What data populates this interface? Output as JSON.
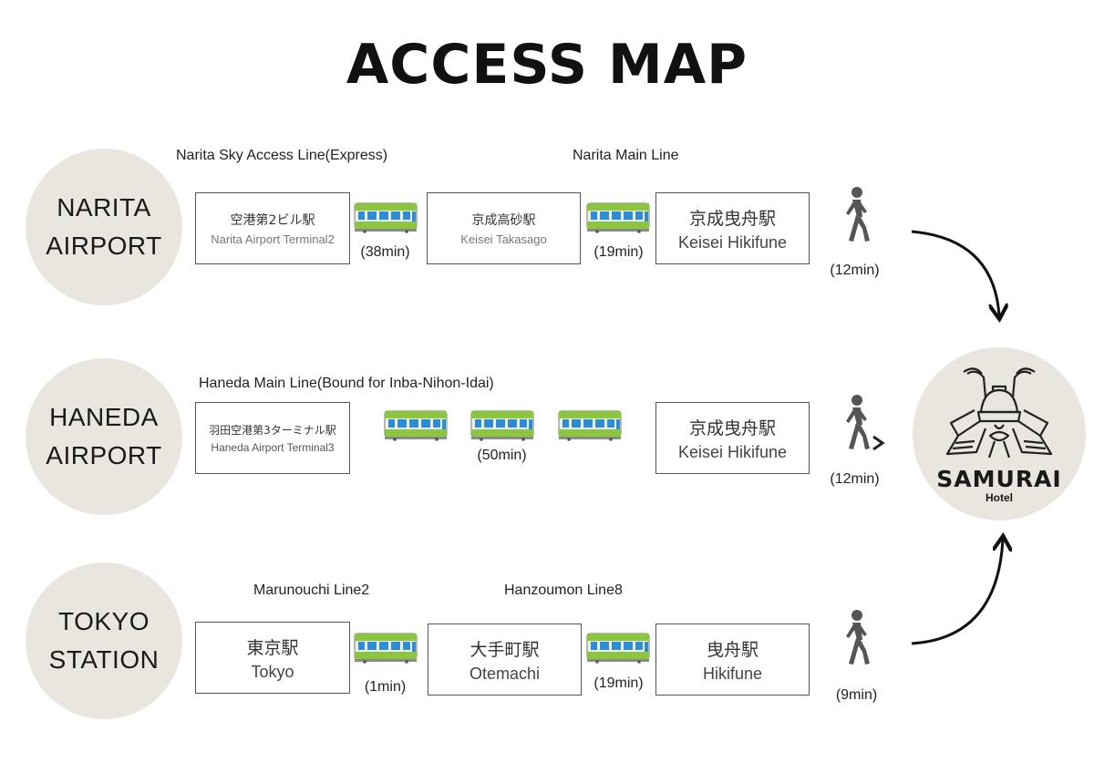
{
  "title": "ACCESS MAP",
  "routes": {
    "narita": {
      "origin": "NARITA\nAIRPORT",
      "line1": "Narita Sky Access Line(Express)",
      "line2": "Narita Main Line",
      "station1_jp": "空港第2ビル駅",
      "station1_en": "Narita Airport Terminal2",
      "time1": "(38min)",
      "station2_jp": "京成高砂駅",
      "station2_en": "Keisei Takasago",
      "time2": "(19min)",
      "station3_jp": "京成曳舟駅",
      "station3_en": "Keisei Hikifune",
      "walk_time": "(12min)"
    },
    "haneda": {
      "origin": "HANEDA\nAIRPORT",
      "line1": "Haneda Main Line(Bound for Inba-Nihon-Idai)",
      "station1_jp": "羽田空港第3ターミナル駅",
      "station1_en": "Haneda Airport Terminal3",
      "time1": "(50min)",
      "station2_jp": "京成曳舟駅",
      "station2_en": "Keisei Hikifune",
      "walk_time": "(12min)"
    },
    "tokyo": {
      "origin": "TOKYO\nSTATION",
      "line1": "Marunouchi Line2",
      "line2": "Hanzoumon Line8",
      "station1_jp": "東京駅",
      "station1_en": "Tokyo",
      "time1": "(1min)",
      "station2_jp": "大手町駅",
      "station2_en": "Otemachi",
      "time2": "(19min)",
      "station3_jp": "曳舟駅",
      "station3_en": "Hikifune",
      "walk_time": "(9min)"
    }
  },
  "hotel": {
    "name": "SAMURAI",
    "sub": "Hotel",
    "icon": "samurai-helmet-icon"
  },
  "colors": {
    "circle_bg": "#e9e5df",
    "train_green": "#8cc63f",
    "train_blue": "#2e8bd8",
    "walker_gray": "#555555"
  }
}
